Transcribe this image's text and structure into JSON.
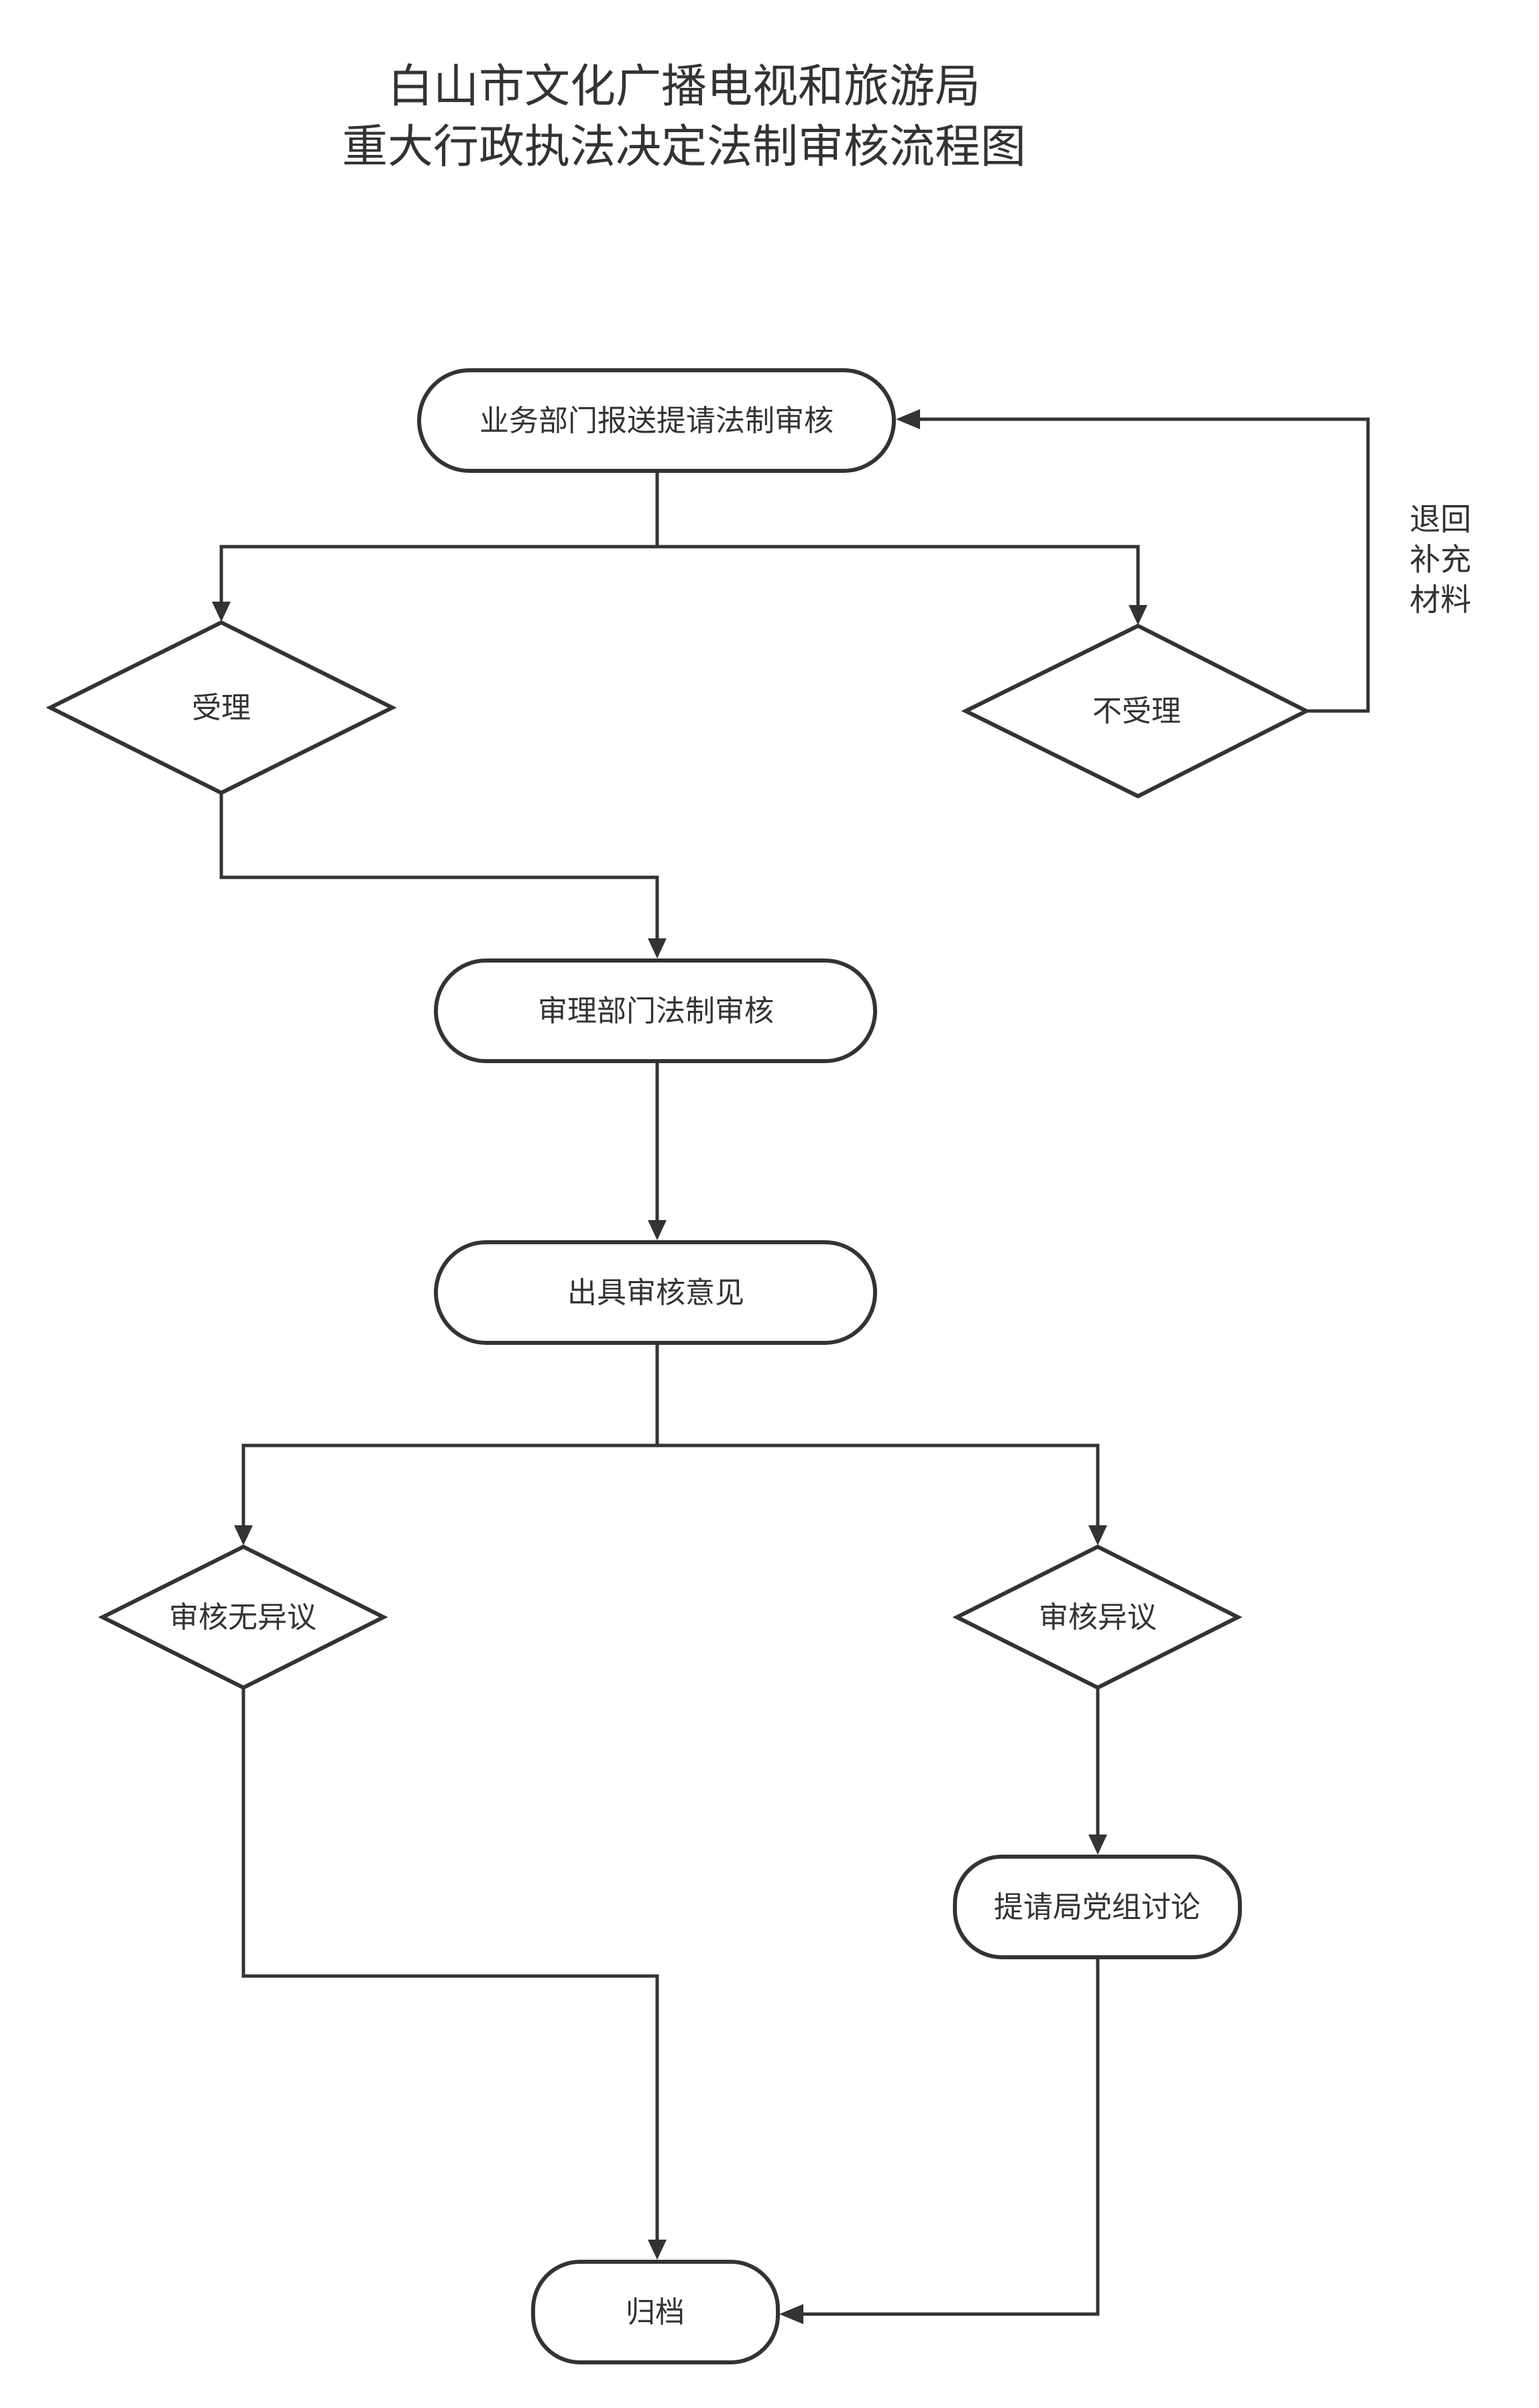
{
  "title": {
    "line1": "白山市文化广播电视和旅游局",
    "line2": "重大行政执法决定法制审核流程图"
  },
  "nodes": {
    "submit": "业务部门报送提请法制审核",
    "accept": "受理",
    "reject": "不受理",
    "review": "审理部门法制审核",
    "opinion": "出具审核意见",
    "no_objection": "审核无异议",
    "objection": "审核异议",
    "discuss": "提请局党组讨论",
    "archive": "归档"
  },
  "return_note": {
    "line1": "退回",
    "line2": "补充",
    "line3": "材料"
  },
  "colors": {
    "stroke": "#333333",
    "fill": "#ffffff",
    "background": "#ffffff"
  }
}
